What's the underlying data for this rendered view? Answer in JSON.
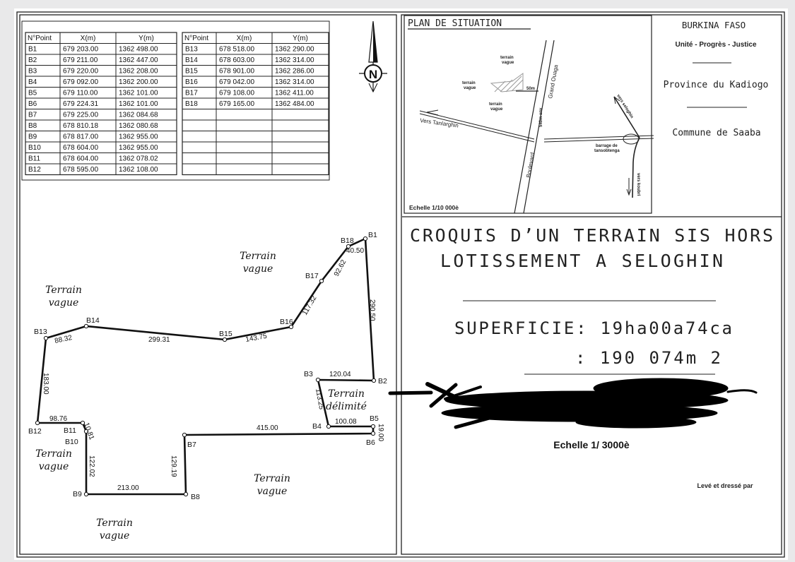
{
  "coordinates_tables": {
    "headers": [
      "N°Point",
      "X(m)",
      "Y(m)"
    ],
    "left_rows": [
      [
        "B1",
        "679 203.00",
        "1362 498.00"
      ],
      [
        "B2",
        "679 211.00",
        "1362 447.00"
      ],
      [
        "B3",
        "679 220.00",
        "1362 208.00"
      ],
      [
        "B4",
        "679 092.00",
        "1362 200.00"
      ],
      [
        "B5",
        "679 110.00",
        "1362 101.00"
      ],
      [
        "B6",
        "679 224.31",
        "1362 101.00"
      ],
      [
        "B7",
        "679 225.00",
        "1362 084.68"
      ],
      [
        "B8",
        "678 810.18",
        "1362 080.68"
      ],
      [
        "B9",
        "678 817.00",
        "1362 955.00"
      ],
      [
        "B10",
        "678 604.00",
        "1362 955.00"
      ],
      [
        "B11",
        "678 604.00",
        "1362 078.02"
      ],
      [
        "B12",
        "678 595.00",
        "1362 108.00"
      ]
    ],
    "right_rows": [
      [
        "B13",
        "678 518.00",
        "1362 290.00"
      ],
      [
        "B14",
        "678 603.00",
        "1362 314.00"
      ],
      [
        "B15",
        "678 901.00",
        "1362 286.00"
      ],
      [
        "B16",
        "679 042.00",
        "1362 314.00"
      ],
      [
        "B17",
        "679 108.00",
        "1362 411.00"
      ],
      [
        "B18",
        "679 165.00",
        "1362 484.00"
      ],
      [
        "",
        "",
        ""
      ],
      [
        "",
        "",
        ""
      ],
      [
        "",
        "",
        ""
      ],
      [
        "",
        "",
        ""
      ],
      [
        "",
        "",
        ""
      ],
      [
        "",
        "",
        ""
      ]
    ]
  },
  "north_arrow": {
    "icon": "north-arrow-icon",
    "label": "N"
  },
  "plan": {
    "points": [
      "B1",
      "B18",
      "B17",
      "B16",
      "B15",
      "B14",
      "B13",
      "B12",
      "B11",
      "B10",
      "B9",
      "B8",
      "B7",
      "B6",
      "B5",
      "B4",
      "B3",
      "B2"
    ],
    "segment_lengths": {
      "B1-B18": "40.50",
      "B18-B17": "92.62",
      "B17-B16": "117.32",
      "B16-B15": "143.75",
      "B15-B14": "299.31",
      "B14-B13": "88.32",
      "B13-B12": "183.00",
      "B12-B11": "98.76",
      "B11-B10": "10.81",
      "B10-B9": "122.02",
      "B9-B8": "213.00",
      "B8-B7": "129.19",
      "B7-B6": "415.00",
      "B6-B5": "19.00",
      "B5-B4": "100.08",
      "B4-B3": "113.25",
      "B3-B2": "120.04",
      "B2-B1": "290.50"
    },
    "area_labels": [
      [
        "Terrain",
        "vague"
      ],
      [
        "Terrain",
        "vague"
      ],
      [
        "Terrain",
        "vague"
      ],
      [
        "Terrain",
        "vague"
      ],
      [
        "Terrain",
        "vague"
      ],
      [
        "Terrain",
        "délimité"
      ]
    ]
  },
  "situation": {
    "title": "PLAN  DE  SITUATION",
    "scale": "Echelle 1/10 000è",
    "labels": {
      "terrain_vague_1": [
        "terrain",
        "vague"
      ],
      "terrain_vague_2": [
        "terrain",
        "vague"
      ],
      "terrain_vague_3": [
        "terrain",
        "vague"
      ],
      "distance": "50m",
      "road_540": "540m env",
      "grand_ouaga": "Grand Ouaga",
      "boulevard": "Boulevard",
      "vers_tanlarghin": "Vers Tanlarghin",
      "vers_seloghin": "vers seloghin",
      "barrage": [
        "barrage de",
        "tansobtenga"
      ],
      "vers_koubri": "vers koubri"
    }
  },
  "header_right": {
    "country": "BURKINA FASO",
    "motto": "Unité  -  Progrès  -  Justice",
    "province": "Province du Kadiogo",
    "commune": "Commune   de Saaba"
  },
  "title": {
    "line1": "CROQUIS D’UN TERRAIN SIS HORS",
    "line2": "LOTISSEMENT A SELOGHIN"
  },
  "superficie": {
    "line1": "SUPERFICIE: 19ha00a74ca",
    "line2": ": 190  074m 2"
  },
  "scale": "Echelle 1/ 3000è",
  "surveyor": "Levé et dressé par",
  "colors": {
    "ink": "#111111",
    "paper": "#ffffff",
    "redaction": "#000000"
  }
}
